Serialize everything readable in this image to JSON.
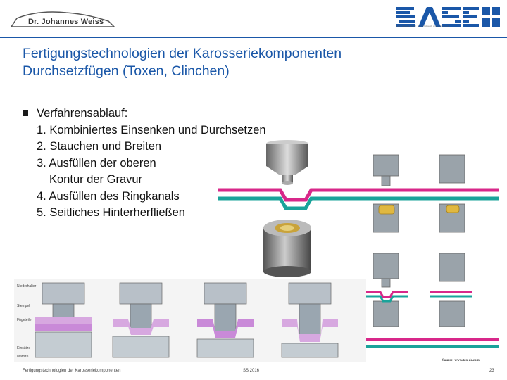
{
  "header": {
    "author_logo_text": "Dr. Johannes Weiss",
    "partner_logo_text": "ASE",
    "partner_logo_subtext": "AUTOMOTIVE SYSTEMS ENGINEER"
  },
  "title": {
    "line1": "Fertigungstechnologien der Karosseriekomponenten",
    "line2": "Durchsetzfügen (Toxen, Clinchen)"
  },
  "content": {
    "heading": "Verfahrensablauf:",
    "steps": [
      "1. Kombiniertes Einsenken und Durchsetzen",
      "2. Stauchen und Breiten",
      "3. Ausfüllen der oberen",
      "Kontur der Gravur",
      "4. Ausfüllen des Ringkanals",
      "5. Seitliches Hinterherfließen"
    ]
  },
  "diagram_labels": {
    "label1": "Niederhalter",
    "label2": "Stempel",
    "label3": "Fügeteile",
    "label4": "Einsätze",
    "label5": "Matrize"
  },
  "footer": {
    "left": "Fertigungstechnologien der Karosseriekomponenten",
    "mid": "SS 2016",
    "right": "23",
    "source": "Source: www.tox-de.com"
  },
  "colors": {
    "title": "#1a57a8",
    "sheet_pink": "#d8288a",
    "sheet_teal": "#1aa39a",
    "tool_gray": "#9aa3aa",
    "joint_gold": "#e0b840"
  }
}
